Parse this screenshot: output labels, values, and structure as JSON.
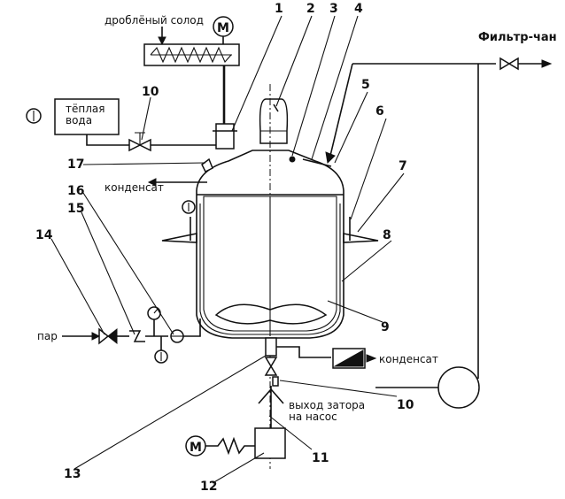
{
  "labels": {
    "crushed_malt": "дроблёный солод",
    "warm_water": "тёплая\nвода",
    "filter_tank": "Фильтр-чан",
    "condensate_top": "конденсат",
    "condensate_bottom": "конденсат",
    "steam": "пар",
    "mash_outlet": "выход затора\nна насос",
    "motor_symbol": "M"
  },
  "numbers": [
    "1",
    "2",
    "3",
    "4",
    "5",
    "6",
    "7",
    "8",
    "9",
    "10",
    "10",
    "11",
    "12",
    "13",
    "14",
    "15",
    "16",
    "17"
  ]
}
